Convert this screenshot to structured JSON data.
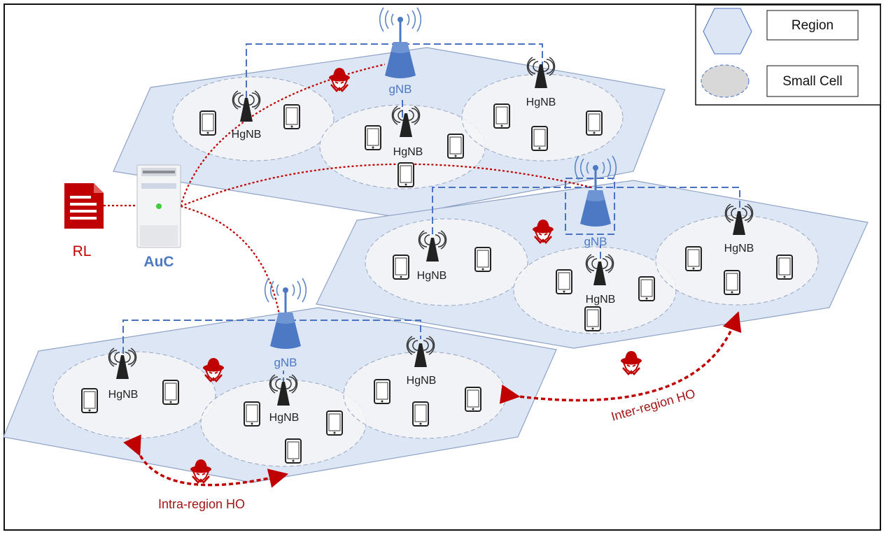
{
  "legend": {
    "region_label": "Region",
    "small_cell_label": "Small Cell"
  },
  "server": {
    "label": "AuC"
  },
  "revocation_list": {
    "label": "RL"
  },
  "base_station_label": "gNB",
  "home_station_label": "HgNB",
  "handover": {
    "intra_label": "Intra-region HO",
    "inter_label": "Inter-region HO"
  },
  "colors": {
    "region_fill": "#dde6f4",
    "region_stroke": "#8fa3c6",
    "cell_fill": "#f4f5f7",
    "cell_stroke": "#97a6c2",
    "gnb_blue": "#4c78c4",
    "link_dash": "#4a72c2",
    "threat_red": "#c00000",
    "doc_red": "#c00000"
  },
  "icons": {
    "gnb": "antenna-tower-icon",
    "hgnb": "small-antenna-icon",
    "device": "smartphone-icon",
    "attacker": "hacker-icon",
    "server": "server-icon",
    "revocation_list": "document-icon"
  }
}
